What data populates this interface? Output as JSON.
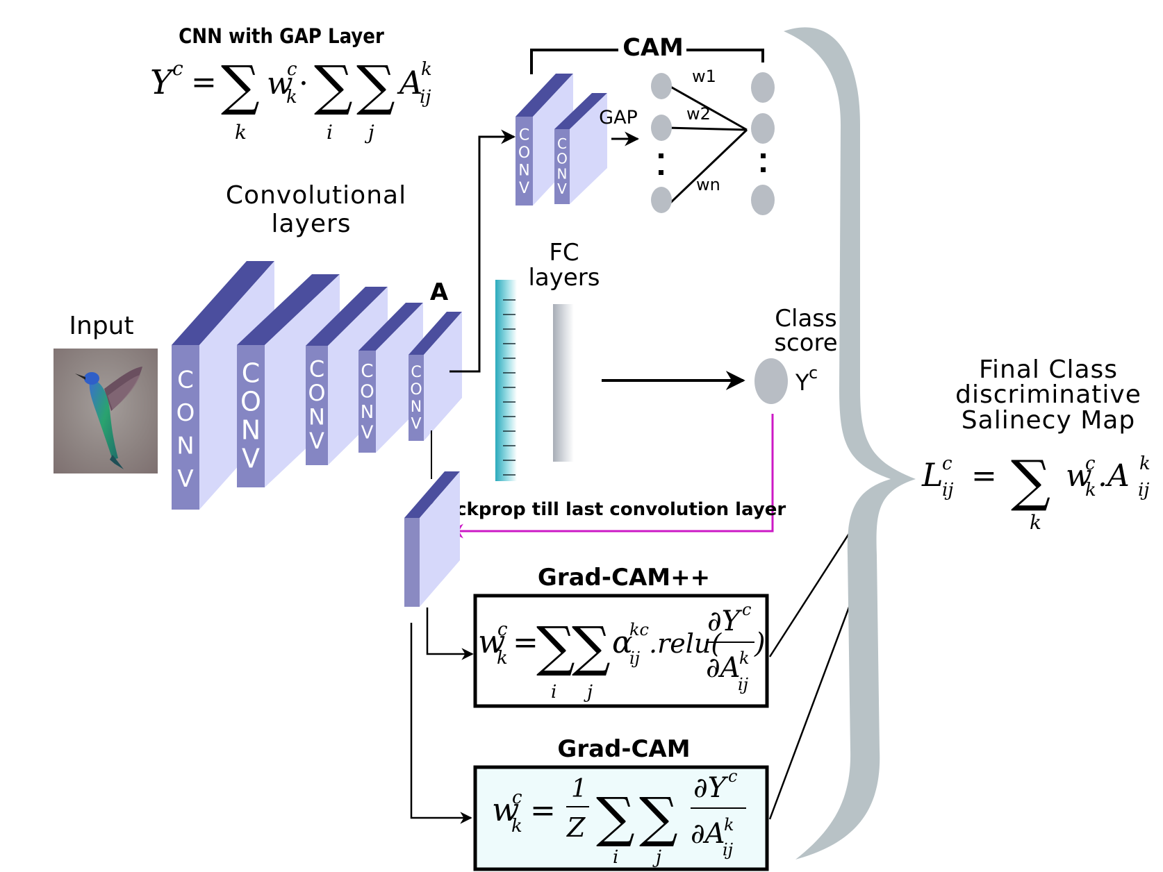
{
  "colors": {
    "conv_front": "#d6d8fa",
    "conv_top": "#4b4e9e",
    "conv_side": "#8586c3",
    "conv_text": "#ffffff",
    "node": "#b8bdc4",
    "brace": "#b8c2c6",
    "backprop_arrow": "#cc19c6",
    "fc_cyan": "#39b8c8",
    "fc_gray": "#9ea4ad"
  },
  "labels": {
    "cnn_gap_title": "CNN with GAP Layer",
    "cam": "CAM",
    "gap": "GAP",
    "w1": "w1",
    "w2": "w2",
    "wn": "wn",
    "conv_layers_line1": "Convolutional",
    "conv_layers_line2": "layers",
    "input": "Input",
    "a": "A",
    "fc_line1": "FC",
    "fc_line2": "layers",
    "class_score_line1": "Class",
    "class_score_line2": "score",
    "yc": "Y",
    "yc_sup": "c",
    "final_line1": "Final Class",
    "final_line2": "discriminative",
    "final_line3": "Salinecy Map",
    "backprop": "Backprop till last convolution layer",
    "gradcampp_title": "Grad-CAM++",
    "gradcam_title": "Grad-CAM",
    "conv_letters": [
      "C",
      "O",
      "N",
      "V"
    ]
  },
  "icons": {
    "input_image": "hummingbird-photo",
    "vertical_dots": "vertical-ellipsis-icon",
    "curly_brace": "curly-brace-icon"
  }
}
